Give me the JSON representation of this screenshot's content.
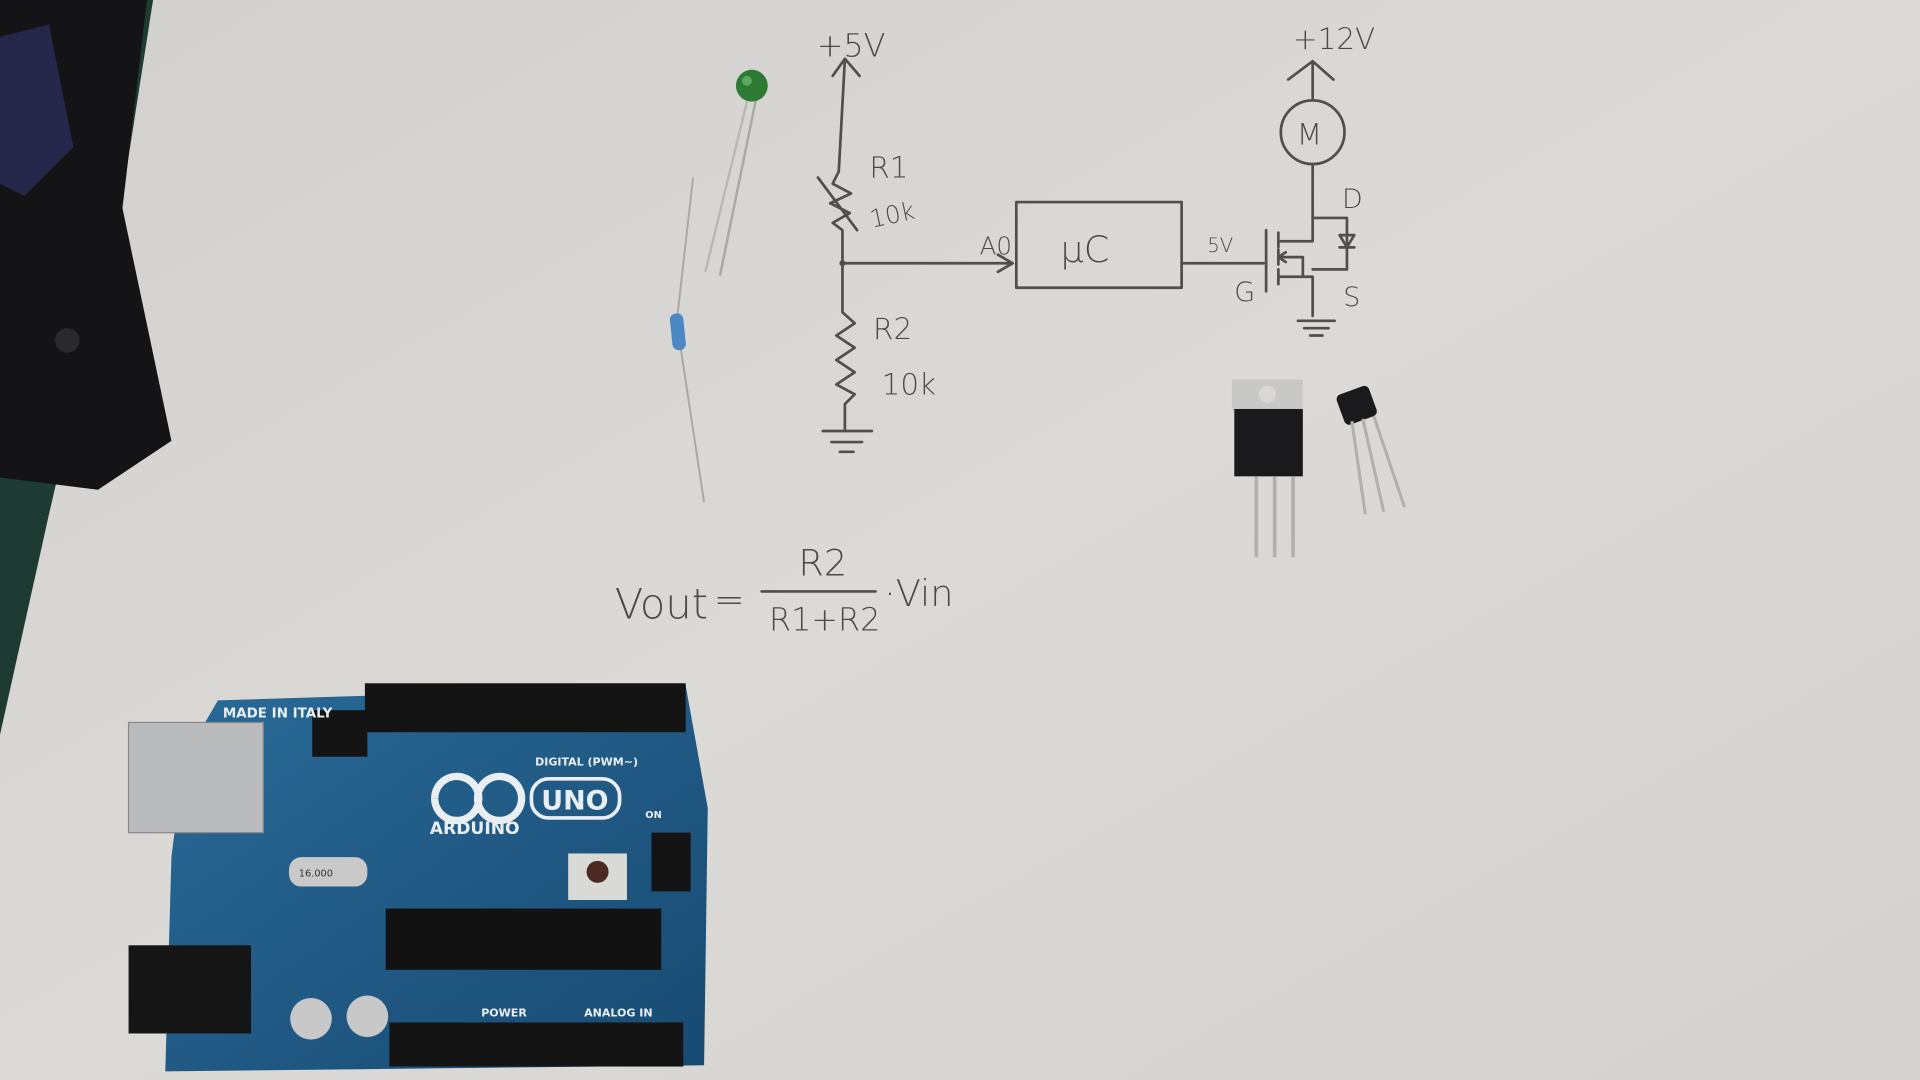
{
  "scene": {
    "paper_color": "#d6d4d1",
    "ink_color": "#4f4f4d",
    "board_color": "#1f5a86"
  },
  "divider": {
    "supply": "+5V",
    "r1_label": "R1",
    "r1_value": "10k",
    "r2_label": "R2",
    "r2_value": "10k"
  },
  "controller": {
    "input_label": "A0",
    "label": "µC",
    "output_label": "5V"
  },
  "mosfet": {
    "gate": "G",
    "drain": "D",
    "source": "S",
    "supply": "+12V",
    "motor": "M"
  },
  "formula": {
    "lhs": "Vout",
    "equals": "=",
    "numerator": "R2",
    "denominator": "R1+R2",
    "multiplier": "·Vin"
  },
  "arduino": {
    "made_in": "MADE IN ITALY",
    "brand": "ARDUINO",
    "model": "UNO",
    "digital": "DIGITAL (PWM~)",
    "power": "POWER",
    "analog": "ANALOG IN",
    "on": "ON",
    "crystal": "16.000"
  }
}
